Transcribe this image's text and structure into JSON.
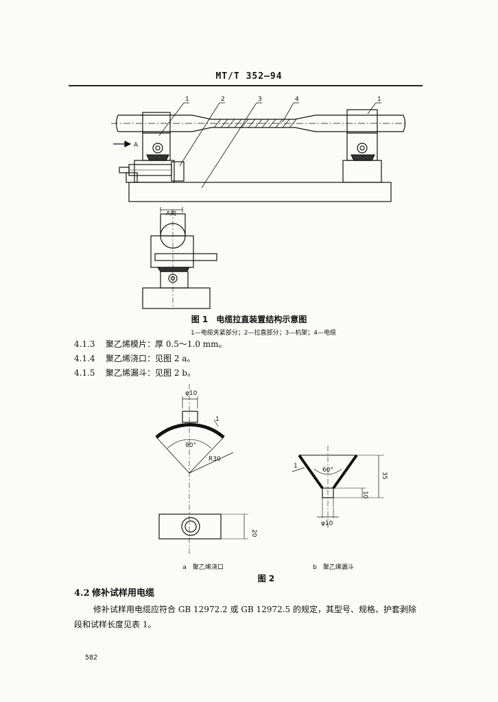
{
  "header": {
    "standard_code": "MT/T 352—94"
  },
  "figure1": {
    "callouts": [
      "1",
      "2",
      "3",
      "4",
      "1"
    ],
    "arrow_label": "A",
    "view_label": "A向",
    "caption": "图 1　电缆拉直装置结构示意图",
    "legend": "1—电缆夹紧部分；2—拉直部分；3—机架；4—电缆"
  },
  "clauses": [
    {
      "number": "4.1.3",
      "text": "聚乙烯模片：厚 0.5～1.0 mm。"
    },
    {
      "number": "4.1.4",
      "text": "聚乙烯浇口：见图 2 a。"
    },
    {
      "number": "4.1.5",
      "text": "聚乙烯漏斗：见图 2 b。"
    }
  ],
  "figure2": {
    "a": {
      "diameter": "φ10",
      "angle": "90°",
      "radius": "R30",
      "thickness": "1",
      "height": "20",
      "caption": "a　聚乙烯浇口"
    },
    "b": {
      "angle": "60°",
      "height": "35",
      "thickness": "1",
      "neck": "10",
      "diameter": "φ10",
      "caption": "b　聚乙烯漏斗"
    },
    "caption": "图 2"
  },
  "section": {
    "number": "4.2",
    "title": "修补试样用电缆",
    "body": "修补试样用电缆应符合 GB 12972.2 或 GB 12972.5 的规定，其型号、规格、护套剥除段和试样长度见表 1。"
  },
  "page_number": "582"
}
